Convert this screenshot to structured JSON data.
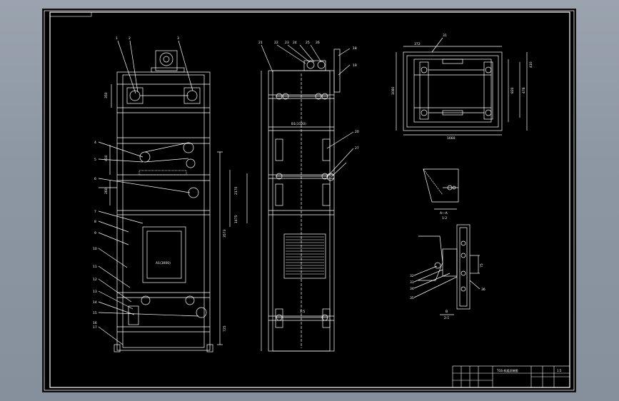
{
  "sheet": {
    "title_block": {
      "drawing_title": "TGS-机组总装图",
      "scale_note": "1:5"
    }
  },
  "views": {
    "section_a_label": "A—A",
    "section_a_scale": "1:2",
    "section_b_label": "B",
    "section_b_scale": "2:1"
  },
  "callouts": {
    "front_top": [
      "1",
      "2",
      "3"
    ],
    "front_left": [
      "4",
      "5",
      "6",
      "7",
      "8",
      "9",
      "10",
      "11",
      "12",
      "13",
      "14",
      "15",
      "16",
      "17"
    ],
    "side_top": [
      "21",
      "22",
      "23",
      "24",
      "25",
      "26"
    ],
    "side_right": [
      "18",
      "19",
      "20",
      "27"
    ],
    "plan_top": "31",
    "detail_b": [
      "32",
      "33",
      "34",
      "35",
      "36"
    ]
  },
  "dimensions": {
    "front_inner_box": "A1(3000)",
    "side_span": "B1(3120)",
    "side_mid": "1:5",
    "plan_width": "1660",
    "plan_depth": "1080",
    "plan_top": "372",
    "plan_right_a": "820",
    "plan_right_b": "476",
    "plan_right_c": "410",
    "front_side_a": "350",
    "front_side_b": "410",
    "front_side_c": "260",
    "front_right_a": "2170",
    "front_right_b": "3573",
    "front_right_c": "725",
    "front_right_d": "1475",
    "detail_dim": "75"
  }
}
